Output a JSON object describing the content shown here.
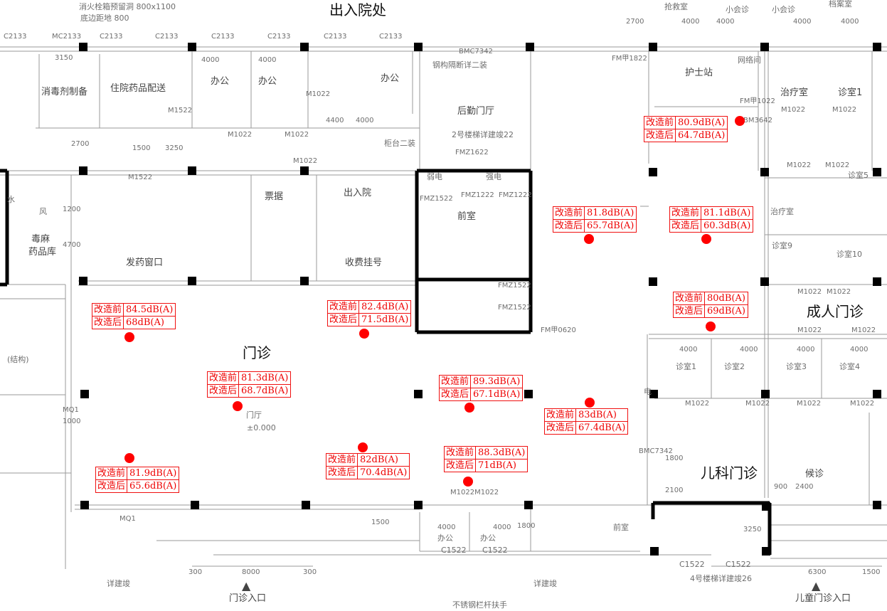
{
  "title_labels": {
    "admission": "出入院处",
    "outpatient": "门诊",
    "adult_outpatient": "成人门诊",
    "pediatric_outpatient": "儿科门诊"
  },
  "rooms": [
    "消火栓箱预留洞 800x1100",
    "底边距地 800",
    "住院药品配送",
    "办公",
    "办公",
    "办公",
    "消毒剂制备",
    "发药窗口",
    "收费挂号",
    "出入院",
    "票据",
    "毒麻",
    "药品库",
    "后勤门厅",
    "钢构隔断详二装",
    "2号楼梯详建竣22",
    "柜台二装",
    "前室",
    "弱电",
    "强电",
    "护士站",
    "网络间",
    "治疗室",
    "诊室1",
    "抢救室",
    "小会诊",
    "小会诊",
    "档案室",
    "诊室5",
    "治疗室",
    "诊室9",
    "诊室10",
    "诊室1",
    "诊室2",
    "诊室3",
    "诊室4",
    "候诊",
    "门厅",
    "±0.000",
    "门诊入口",
    "儿童门诊入口",
    "4号楼梯详建竣26",
    "不锈钢栏杆扶手",
    "办公",
    "办公",
    "C1522",
    "C1522",
    "C1522",
    "C1522",
    "前室",
    "详建竣",
    "详建竣",
    "(结构)",
    "风",
    "水",
    "电"
  ],
  "dims": [
    "C2133",
    "MC2133",
    "C2133",
    "C2133",
    "C2133",
    "C2133",
    "C2133",
    "C2133",
    "4000",
    "4000",
    "3150",
    "2700",
    "M1522",
    "M1522",
    "M1022",
    "M1022",
    "M1022",
    "M1022",
    "1500",
    "3250",
    "BMC7342",
    "FM甲1822",
    "FMZ1622",
    "FMZ1522",
    "FMZ1222",
    "FMZ1222",
    "FMZ1522",
    "FMZ1522",
    "FM甲0620",
    "4000",
    "4000",
    "4000",
    "4000",
    "2700",
    "M1022",
    "M1022",
    "M1022",
    "M1022",
    "FM甲1022",
    "BM3642",
    "M1022",
    "M1022",
    "M1022",
    "M1022",
    "4000",
    "4000",
    "4000",
    "4000",
    "M1022",
    "M1022",
    "M1022",
    "M1022",
    "BMC7342",
    "1800",
    "2100",
    "3250",
    "6300",
    "1500",
    "900",
    "2400",
    "8000",
    "300",
    "300",
    "1800",
    "1500",
    "4000",
    "4000",
    "M1022M1022",
    "MQ1",
    "MQ1",
    "1000",
    "4700",
    "1200",
    "4400",
    "4000"
  ],
  "measurements": [
    {
      "before_label": "改造前",
      "before": "80.9dB(A)",
      "after_label": "改造后",
      "after": "64.7dB(A)"
    },
    {
      "before_label": "改造前",
      "before": "81.8dB(A)",
      "after_label": "改造后",
      "after": "65.7dB(A)"
    },
    {
      "before_label": "改造前",
      "before": "81.1dB(A)",
      "after_label": "改造后",
      "after": "60.3dB(A)"
    },
    {
      "before_label": "改造前",
      "before": "80dB(A)",
      "after_label": "改造后",
      "after": "69dB(A)"
    },
    {
      "before_label": "改造前",
      "before": "84.5dB(A)",
      "after_label": "改造后",
      "after": "68dB(A)"
    },
    {
      "before_label": "改造前",
      "before": "82.4dB(A)",
      "after_label": "改造后",
      "after": "71.5dB(A)"
    },
    {
      "before_label": "改造前",
      "before": "81.3dB(A)",
      "after_label": "改造后",
      "after": "68.7dB(A)"
    },
    {
      "before_label": "改造前",
      "before": "89.3dB(A)",
      "after_label": "改造后",
      "after": "67.1dB(A)"
    },
    {
      "before_label": "改造前",
      "before": "83dB(A)",
      "after_label": "改造后",
      "after": "67.4dB(A)"
    },
    {
      "before_label": "改造前",
      "before": "81.9dB(A)",
      "after_label": "改造后",
      "after": "65.6dB(A)"
    },
    {
      "before_label": "改造前",
      "before": "82dB(A)",
      "after_label": "改造后",
      "after": "70.4dB(A)"
    },
    {
      "before_label": "改造前",
      "before": "88.3dB(A)",
      "after_label": "改造后",
      "after": "71dB(A)"
    }
  ],
  "colors": {
    "measurement": "#ff0000",
    "wall": "#000000",
    "line": "#8a8a8a"
  }
}
